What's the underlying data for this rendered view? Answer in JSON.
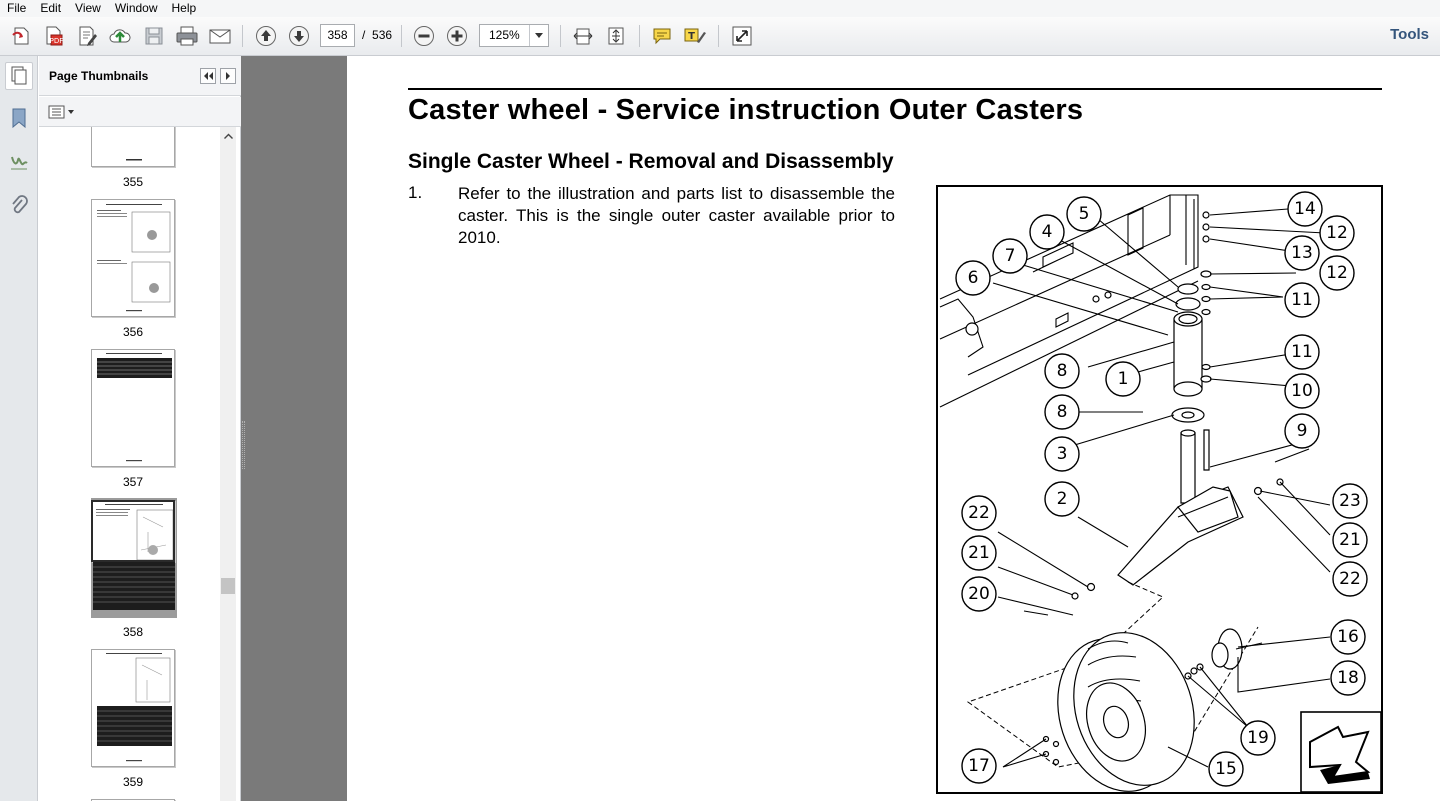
{
  "menu": [
    "File",
    "Edit",
    "View",
    "Window",
    "Help"
  ],
  "toolbar": {
    "current_page": "358",
    "page_separator": "/",
    "total_pages": "536",
    "zoom": "125%",
    "tools_label": "Tools"
  },
  "sidebar": {
    "title": "Page Thumbnails"
  },
  "thumbnails": [
    {
      "page": "355"
    },
    {
      "page": "356"
    },
    {
      "page": "357"
    },
    {
      "page": "358",
      "selected": true
    },
    {
      "page": "359"
    }
  ],
  "document": {
    "title": "Caster wheel - Service instruction Outer Casters",
    "subtitle": "Single Caster Wheel - Removal and Disassembly",
    "step_number": "1.",
    "step_text": "Refer to the illustration and parts list to disassemble the caster.  This is the single outer caster available prior to 2010."
  },
  "figure": {
    "callouts": [
      "14",
      "5",
      "4",
      "12",
      "7",
      "13",
      "6",
      "12",
      "11",
      "11",
      "8",
      "1",
      "10",
      "8",
      "9",
      "3",
      "2",
      "23",
      "22",
      "21",
      "21",
      "20",
      "22",
      "16",
      "18",
      "19",
      "17",
      "15"
    ]
  },
  "colors": {
    "tools_text": "#34557c",
    "viewport_bg": "#7a7a7a",
    "toolbar_bg": "#e9ebee"
  }
}
